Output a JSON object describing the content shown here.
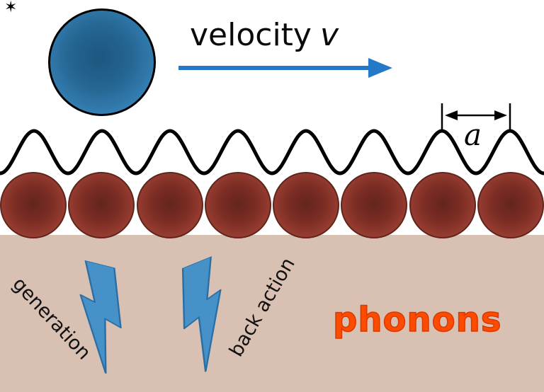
{
  "scene": {
    "velocity_label": {
      "text": "velocity",
      "symbol": "v"
    },
    "lattice_spacing_label": "a",
    "atoms": {
      "count": 8
    },
    "labels": {
      "generation": "generation",
      "back_action": "back action",
      "phonons": "phonons"
    },
    "corner_mark": "✶"
  },
  "colors": {
    "substrate_tan": "#d8c0b2",
    "arrow_blue": "#2478c8",
    "phonons_orange": "#ff4b00",
    "bolt_blue": "#4691c8",
    "particle_blue": "#3b87bd",
    "atom_red": "#9c4033",
    "wave_black": "#000000"
  }
}
